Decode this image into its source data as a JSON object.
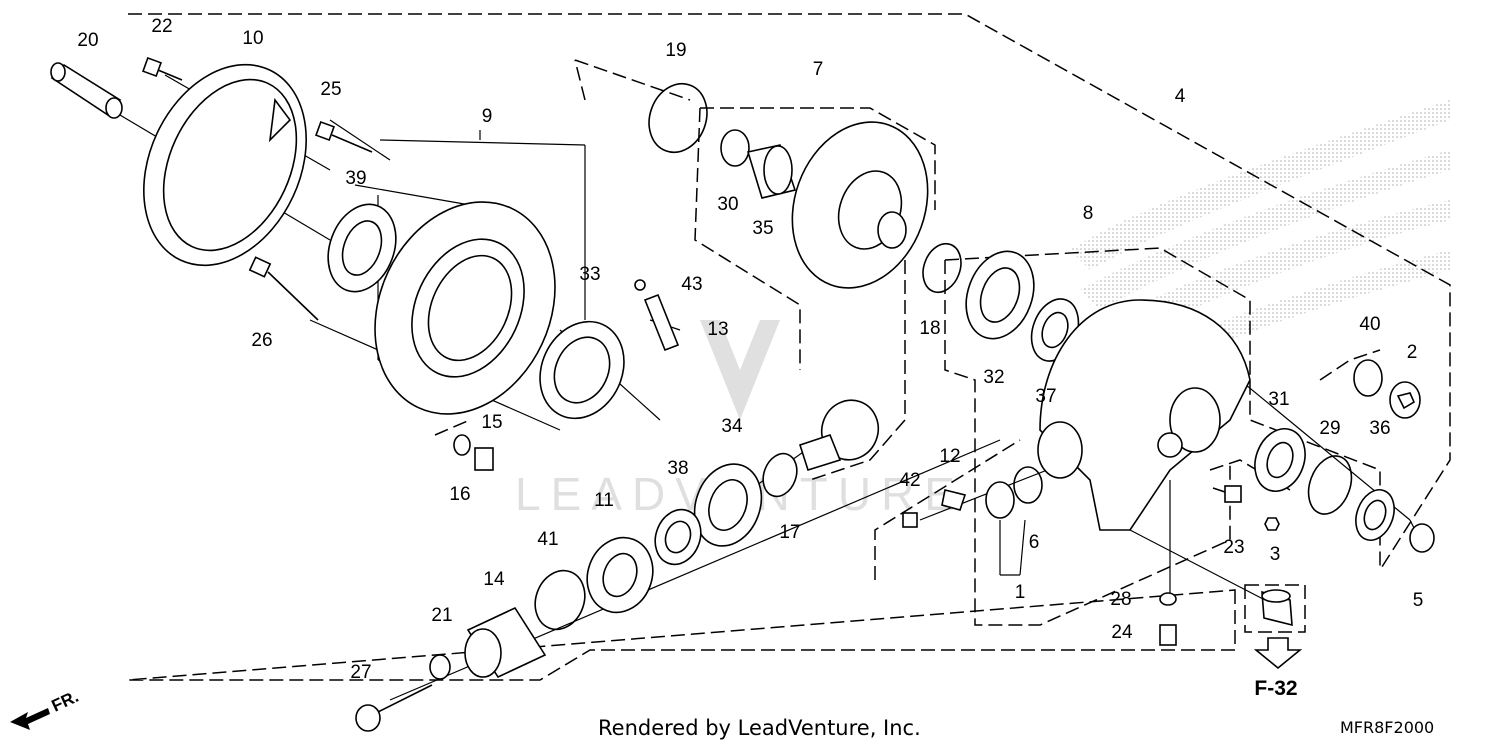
{
  "diagram": {
    "parts": [
      {
        "num": "1"
      },
      {
        "num": "2"
      },
      {
        "num": "3"
      },
      {
        "num": "4"
      },
      {
        "num": "5"
      },
      {
        "num": "6"
      },
      {
        "num": "7"
      },
      {
        "num": "8"
      },
      {
        "num": "9"
      },
      {
        "num": "10"
      },
      {
        "num": "11"
      },
      {
        "num": "12"
      },
      {
        "num": "13"
      },
      {
        "num": "14"
      },
      {
        "num": "15"
      },
      {
        "num": "16"
      },
      {
        "num": "17"
      },
      {
        "num": "18"
      },
      {
        "num": "19"
      },
      {
        "num": "20"
      },
      {
        "num": "21"
      },
      {
        "num": "22"
      },
      {
        "num": "23"
      },
      {
        "num": "24"
      },
      {
        "num": "25"
      },
      {
        "num": "26"
      },
      {
        "num": "27"
      },
      {
        "num": "28"
      },
      {
        "num": "29"
      },
      {
        "num": "30"
      },
      {
        "num": "31"
      },
      {
        "num": "32"
      },
      {
        "num": "33"
      },
      {
        "num": "34"
      },
      {
        "num": "35"
      },
      {
        "num": "36"
      },
      {
        "num": "37"
      },
      {
        "num": "38"
      },
      {
        "num": "39"
      },
      {
        "num": "40"
      },
      {
        "num": "41"
      },
      {
        "num": "42"
      },
      {
        "num": "43"
      }
    ],
    "front_arrow_label": "FR.",
    "ref_label": "F-32",
    "watermark": "LEADVENTURE"
  },
  "footer": {
    "rendered_by": "Rendered by LeadVenture, Inc.",
    "diagram_code": "MFR8F2000"
  }
}
